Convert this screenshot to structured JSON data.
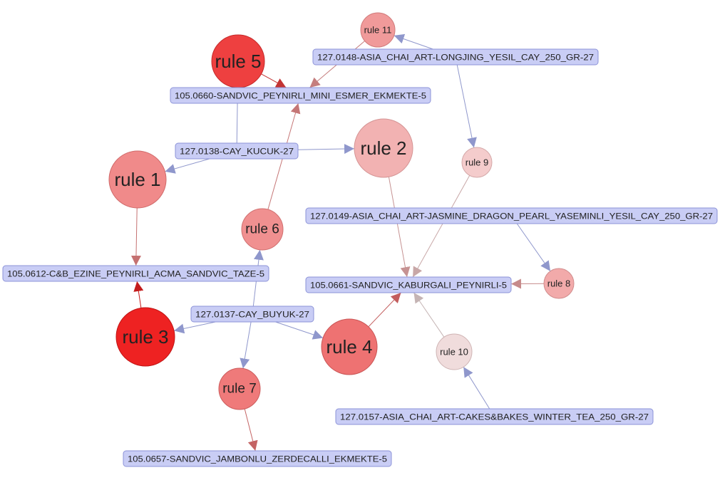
{
  "graph": {
    "rules": [
      {
        "id": "r1",
        "label": "rule 1",
        "color": "#f08a8a",
        "stroke": "#d06a6a"
      },
      {
        "id": "r2",
        "label": "rule 2",
        "color": "#f2b2b2",
        "stroke": "#d59595"
      },
      {
        "id": "r3",
        "label": "rule 3",
        "color": "#ee2222",
        "stroke": "#c01414"
      },
      {
        "id": "r4",
        "label": "rule 4",
        "color": "#ee7272",
        "stroke": "#c95555"
      },
      {
        "id": "r5",
        "label": "rule 5",
        "color": "#ee4040",
        "stroke": "#c52a2a"
      },
      {
        "id": "r6",
        "label": "rule 6",
        "color": "#f09090",
        "stroke": "#d07070"
      },
      {
        "id": "r7",
        "label": "rule 7",
        "color": "#ef7a7a",
        "stroke": "#cc5c5c"
      },
      {
        "id": "r8",
        "label": "rule 8",
        "color": "#f2aaaa",
        "stroke": "#d08c8c"
      },
      {
        "id": "r9",
        "label": "rule 9",
        "color": "#f4cccc",
        "stroke": "#d4a8a8"
      },
      {
        "id": "r10",
        "label": "rule 10",
        "color": "#f0dcdc",
        "stroke": "#cfb4b4"
      },
      {
        "id": "r11",
        "label": "rule 11",
        "color": "#f09a9a",
        "stroke": "#d07a7a"
      }
    ],
    "items": [
      {
        "id": "i_mini_esmer",
        "label": "105.0660-SANDVIC_PEYNIRLI_MINI_ESMER_EKMEKTE-5"
      },
      {
        "id": "i_longjing",
        "label": "127.0148-ASIA_CHAI_ART-LONGJING_YESIL_CAY_250_GR-27"
      },
      {
        "id": "i_cay_kucuk",
        "label": "127.0138-CAY_KUCUK-27"
      },
      {
        "id": "i_jasmine",
        "label": "127.0149-ASIA_CHAI_ART-JASMINE_DRAGON_PEARL_YASEMINLI_YESIL_CAY_250_GR-27"
      },
      {
        "id": "i_ezine",
        "label": "105.0612-C&B_EZINE_PEYNIRLI_ACMA_SANDVIC_TAZE-5"
      },
      {
        "id": "i_kaburgali",
        "label": "105.0661-SANDVIC_KABURGALI_PEYNIRLI-5"
      },
      {
        "id": "i_cay_buyuk",
        "label": "127.0137-CAY_BUYUK-27"
      },
      {
        "id": "i_winter",
        "label": "127.0157-ASIA_CHAI_ART-CAKES&BAKES_WINTER_TEA_250_GR-27"
      },
      {
        "id": "i_jambonlu",
        "label": "105.0657-SANDVIC_JAMBONLU_ZERDECALLI_EKMEKTE-5"
      }
    ],
    "edges": [
      {
        "from": "i_longjing",
        "to": "r11"
      },
      {
        "from": "r11",
        "to": "i_mini_esmer"
      },
      {
        "from": "i_longjing",
        "to": "r9"
      },
      {
        "from": "r5",
        "to": "i_mini_esmer"
      },
      {
        "from": "i_cay_kucuk",
        "to": "r5"
      },
      {
        "from": "i_cay_kucuk",
        "to": "r2"
      },
      {
        "from": "i_cay_kucuk",
        "to": "r1"
      },
      {
        "from": "r1",
        "to": "i_ezine"
      },
      {
        "from": "r6",
        "to": "i_mini_esmer"
      },
      {
        "from": "i_cay_buyuk",
        "to": "r6"
      },
      {
        "from": "i_cay_buyuk",
        "to": "r3"
      },
      {
        "from": "i_cay_buyuk",
        "to": "r4"
      },
      {
        "from": "i_cay_buyuk",
        "to": "r7"
      },
      {
        "from": "r3",
        "to": "i_ezine"
      },
      {
        "from": "r7",
        "to": "i_jambonlu"
      },
      {
        "from": "r2",
        "to": "i_kaburgali"
      },
      {
        "from": "r9",
        "to": "i_kaburgali"
      },
      {
        "from": "i_jasmine",
        "to": "r8"
      },
      {
        "from": "r8",
        "to": "i_kaburgali"
      },
      {
        "from": "r4",
        "to": "i_kaburgali"
      },
      {
        "from": "r10",
        "to": "i_kaburgali"
      },
      {
        "from": "i_winter",
        "to": "r10"
      }
    ],
    "colors": {
      "item_fill": "#c9cdf5",
      "item_stroke": "#8c93d8",
      "item_edge": "#8f97cc"
    }
  }
}
